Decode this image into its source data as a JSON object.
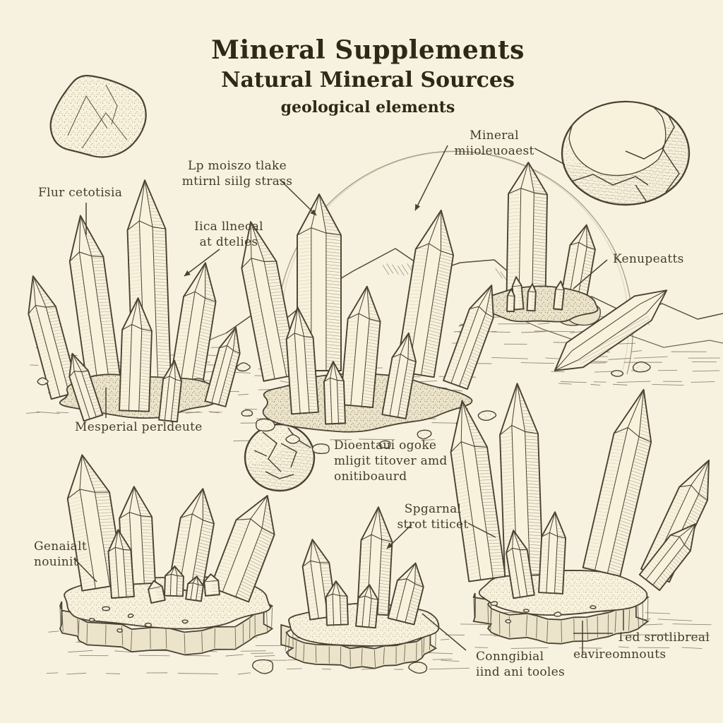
{
  "header": {
    "title": "Mineral Supplements",
    "subtitle": "Natural Mineral Sources",
    "tagline": "geological elements"
  },
  "labels": {
    "mineral": {
      "line1": "Mineral",
      "line2": "miioleuoaest"
    },
    "flur": {
      "line1": "Flur cetotisia"
    },
    "lp": {
      "line1": "Lp moiszo tlake",
      "line2": "mtirnl siilg strass"
    },
    "iica": {
      "line1": "Iica llnecal",
      "line2": "at dtelies"
    },
    "kenupeatts": {
      "line1": "Kenupeatts"
    },
    "mesperial": {
      "line1": "Mesperial perldeute"
    },
    "genaialt": {
      "line1": "Genaialt",
      "line2": "nouinit"
    },
    "dioentaui": {
      "line1": "Dioentaui ogoke",
      "line2": "mligit titover amd",
      "line3": "onitiboaurd"
    },
    "spgarnal": {
      "line1": "Spgarnal",
      "line2": "strot titicet"
    },
    "conngibial": {
      "line1": "Conngibial",
      "line2": "iind ani tooles"
    },
    "srotlibreal": {
      "line1": "1ed srotlibreal"
    },
    "eavireomnouts": {
      "line1": "eavireomnouts"
    }
  },
  "palette": {
    "background": "#f7f2e0",
    "ink": "#4a4133",
    "label_text": "#443b28",
    "title_text": "#2f2817"
  },
  "illustrations": {
    "top_left": "rock-nugget",
    "top_right": "cracked-mineral-orb",
    "upper_left": "crystal-cluster",
    "center": "crystal-cluster-with-mountains-and-sun-circle",
    "right": "obelisk-crystals-on-mound",
    "mid_right": "double-terminated-lying-crystal",
    "mid_center": "small-cracked-sphere",
    "bottom_left": "crystal-cluster-on-slab",
    "bottom_center": "crystal-cluster-on-slab",
    "bottom_right": "large-crystal-cluster-on-slab"
  }
}
